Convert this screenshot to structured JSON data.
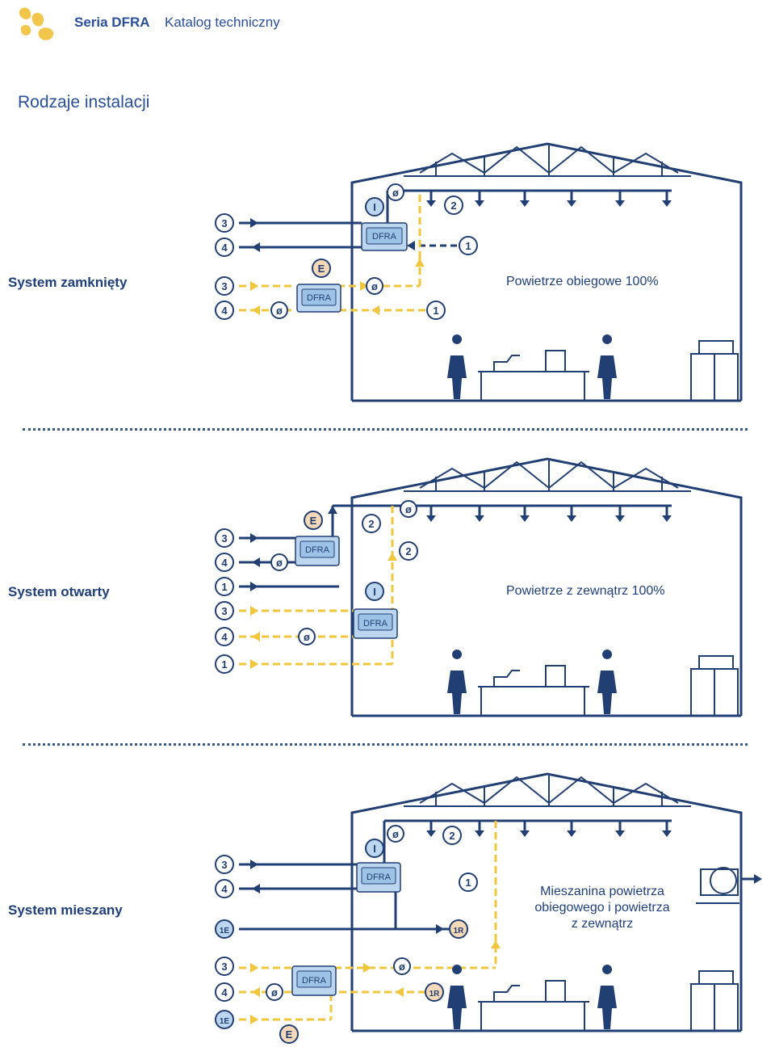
{
  "header": {
    "series": "Seria DFRA",
    "catalog": "Katalog techniczny"
  },
  "section_title": "Rodzaje instalacji",
  "colors": {
    "duct": "#223f74",
    "dashed_line": "#f0c63c",
    "unit_fill": "#bcd6ef",
    "accent_circle": "#f6d9b8"
  },
  "systems": [
    {
      "label": "System zamknięty",
      "air_label": "Powietrze obiegowe 100%",
      "unit_label": "DFRA",
      "markers": {
        "m1": "1",
        "m2": "2",
        "m3": "3",
        "m4": "4",
        "mE": "E",
        "mI": "I",
        "mO": "ø"
      }
    },
    {
      "label": "System otwarty",
      "air_label": "Powietrze z zewnątrz 100%",
      "unit_label": "DFRA",
      "markers": {
        "m1": "1",
        "m2": "2",
        "m3": "3",
        "m4": "4",
        "mE": "E",
        "mI": "I",
        "mO": "ø"
      }
    },
    {
      "label": "System mieszany",
      "air_label_lines": [
        "Mieszanina powietrza",
        "obiegowego i powietrza",
        "z zewnątrz"
      ],
      "unit_label": "DFRA",
      "markers": {
        "m1": "1",
        "m2": "2",
        "m3": "3",
        "m4": "4",
        "m1E": "1E",
        "m1R": "1R",
        "mE": "E",
        "mI": "I",
        "mO": "ø"
      }
    }
  ]
}
